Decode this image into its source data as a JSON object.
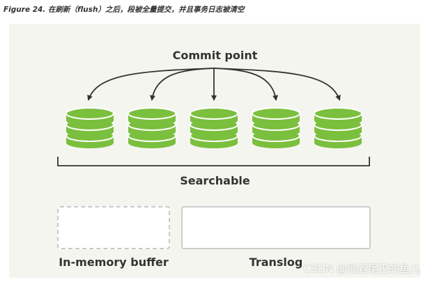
{
  "caption": "Figure 24. 在刷新（flush）之后，段被全量提交，并且事务日志被清空",
  "labels": {
    "commit_point": "Commit point",
    "searchable": "Searchable",
    "in_memory_buffer": "In-memory buffer",
    "translog": "Translog"
  },
  "segments": [
    "segment-1",
    "segment-2",
    "segment-3",
    "segment-4",
    "segment-5"
  ],
  "colors": {
    "segment_green": "#7bbf3e",
    "segment_dark": "#5a9a2a",
    "arrow": "#333333",
    "panel": "#f5f5f0"
  },
  "watermark": "CSDN @拽着尾巴的鱼儿"
}
